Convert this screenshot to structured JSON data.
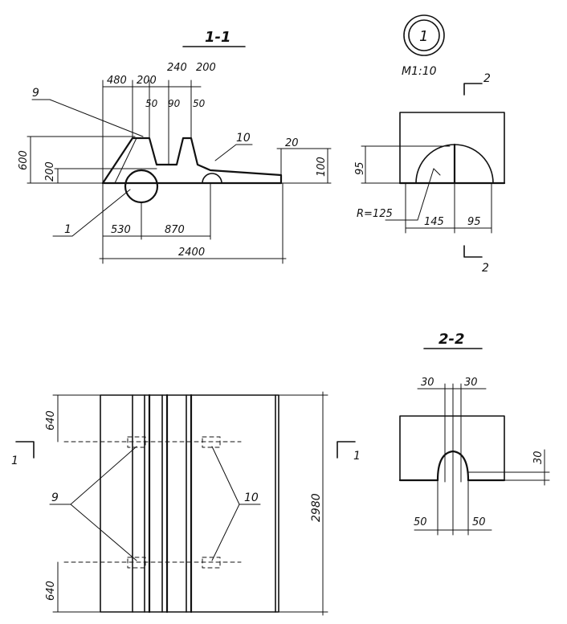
{
  "sections": {
    "s11_title": "1-1",
    "s22_title": "2-2",
    "detail_number": "1",
    "scale": "М1:10",
    "cut_mark_upper": "2",
    "cut_mark_lower": "2",
    "cut_mark_left": "1",
    "cut_mark_right": "1"
  },
  "dims_s11": {
    "top_480": "480",
    "top_200a": "200",
    "top_240": "240",
    "top_200b": "200",
    "sub_50a": "50",
    "sub_90": "90",
    "sub_50b": "50",
    "h_600": "600",
    "h_200": "200",
    "h_20": "20",
    "h_100": "100",
    "b_530": "530",
    "b_870": "870",
    "b_2400": "2400"
  },
  "dims_detail": {
    "h_95": "95",
    "radius": "R=125",
    "w_145": "145",
    "w_95": "95"
  },
  "dims_s22": {
    "t_30a": "30",
    "t_30b": "30",
    "r_30": "30",
    "b_50a": "50",
    "b_50b": "50"
  },
  "dims_plan": {
    "top_640": "640",
    "bot_640": "640",
    "len_2980": "2980"
  },
  "callouts": {
    "c9_a": "9",
    "c10_a": "10",
    "c1": "1",
    "c9_b": "9",
    "c10_b": "10"
  }
}
